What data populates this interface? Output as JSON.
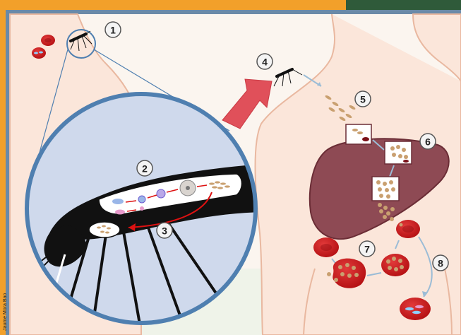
{
  "credit": "Jaume Mora Bao",
  "steps": [
    "1",
    "2",
    "3",
    "4",
    "5",
    "6",
    "7",
    "8"
  ],
  "colors": {
    "frame_orange": "#f2a02a",
    "panel_border": "#6a8aa8",
    "skin_fill": "#fbe6da",
    "skin_outline": "#e9b8a0",
    "lens_fill": "#cfd9ec",
    "lens_border": "#4f7fb0",
    "liver": "#8e4a54",
    "liver_outline": "#6b2d36",
    "arrow_red": "#e0505a",
    "blood_cell": "#c91a1a"
  }
}
